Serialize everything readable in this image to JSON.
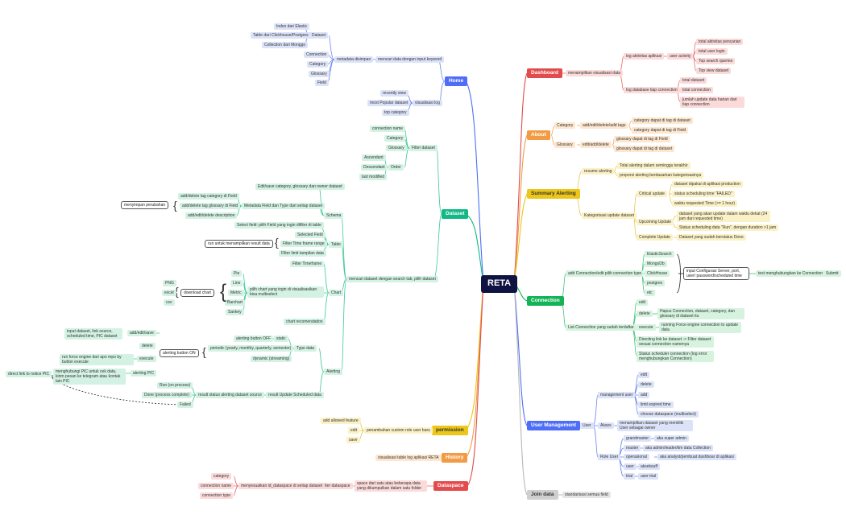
{
  "root": "RETA",
  "colors": {
    "home": "#4f6ef7",
    "dataset": "#12b886",
    "permission": "#ecc718",
    "history": "#f19c45",
    "dataspace": "#e24c4c",
    "dashboard": "#e24c4c",
    "about": "#f19c45",
    "summary": "#ecc718",
    "connection": "#14b356",
    "usermgmt": "#4f6ef7",
    "joindata": "#b8b8b8"
  },
  "home": {
    "title": "Home",
    "metadata": "metadata disimpan",
    "search_key": "mencari data dengan input keyword",
    "dataset": "Dataset",
    "index_elastic": "Index dari Elastic",
    "table_ch": "Table dari Clickhouse/Postgres",
    "collection_mongo": "Collection dari Monggo",
    "connection": "Connection",
    "category": "Category",
    "glossary": "Glossary",
    "field": "Field",
    "visual_log": "visualisasi log",
    "recently": "recently view",
    "most_popular": "most Popular dataset",
    "top_category": "top category"
  },
  "dataset": {
    "title": "Dataset",
    "search_tab": "mencari dataset dengan search tab, pilih dataset",
    "filter_dataset": "Filter dataset",
    "connection_name": "connection name",
    "category": "Category",
    "glossary": "Glossary",
    "order": "Order",
    "ascendant": "Ascendant",
    "descendant": "Descendant",
    "last_modified": "last modified",
    "schema": "Schema",
    "edit_save": "Edit/save category, glossary dan owner dataset",
    "metadata_field": "Metadata Field dan Type dari setiap dataset",
    "add_tag_cat": "add/delete tag category di Field",
    "add_tag_glos": "add/delete tag glossary di Field",
    "add_desc": "add/edit/delete description",
    "menyimpan": "menyimpan perubahan",
    "select_field": "Select field: pilih Field yang ingin difilter di table",
    "table": "Table",
    "selected_field": "Selected Field",
    "filter_time": "Filter Time frame range",
    "filter_limit": "Filter limit tampilan data",
    "run_table": "run untuk menampilkan result data",
    "chart": "Chart",
    "filter_timeframe": "Filter Timeframe",
    "pilih_chart": "pilih chart yang ingin di visualisasikan bisa multiselect",
    "pie": "Pie",
    "line": "Line",
    "metric": "Metric",
    "barchart": "Barchart",
    "sankey": "Sankey",
    "chart_rec": "chart recomendation",
    "download_chart": "download chart",
    "png": "PNG",
    "excel": "excel",
    "csv": "csv",
    "alerting": "Alerting",
    "type_data": "Type data",
    "static": "static",
    "alert_off": "alerting button OFF",
    "periodic": "periodic (yearly, monthly, quarterly, semester)",
    "dynamic": "dynamic (streaming)",
    "alert_on": "alerting button ON",
    "add_edit_save": "add/edit/save",
    "delete": "delete",
    "execute": "execute",
    "alerting_pic": "alerting PIC",
    "input_dataset": "input dataset, link source, scheduled time, PIC dataset",
    "run_force": "run force engine dari apo repo by button execute",
    "menghubungi": "menghubungi PIC untuk cek data, kirim pesan ke telegram atau kontak lain PIC",
    "direct_link": "direct link to notice PIC",
    "result_update": "result Update Scheduled data",
    "result_status": "result status alerting dataset source",
    "run_process": "Run (on process)",
    "done_process": "Done (process complete)",
    "failed": "Failed"
  },
  "permission": {
    "title": "permission",
    "penambahan": "penambahan custom role user baru",
    "add_allowed": "add allowed feature",
    "edit": "edit",
    "save": "save"
  },
  "history": {
    "title": "History",
    "visual_log": "visualisasi table log aplikasi RETA"
  },
  "dataspace": {
    "title": "Dataspace",
    "space": "space dari satu atau beberapa data yang dikumpulkan dalam satu folder",
    "filter": "Filter dataspace",
    "menyesuaikan": "menyesuaikan id_dataspace di setiap dataset",
    "category": "category",
    "connection_name": "connection name",
    "connection_type": "connection type"
  },
  "dashboard": {
    "title": "Dashboard",
    "menampilkan": "menampilkan visualisasi data",
    "log_aktivitas": "log aktivitas aplikasi",
    "user_activity": "user activity",
    "total_aktivitas": "total aktivitas pencarian",
    "total_login": "total user login",
    "top_search": "Top search queries",
    "top_view": "Top view dataset",
    "log_database": "log database tiap connection",
    "total_dataset": "total dataset",
    "total_connection": "total connection",
    "jumlah_update": "jumlah update data harian dari tiap connection"
  },
  "about": {
    "title": "About",
    "category": "Category",
    "glossary": "Glossary",
    "add_edit_tag": "add/edit/delete/add tags",
    "add_edit_del": "edit/add/delete",
    "cat_tag_dataset": "category dapat di tag di dataset",
    "cat_tag_field": "category dapat di tag di Field",
    "glos_tag_field": "glossary dapat di tag di Field",
    "glos_tag_dataset": "glossary dapat di tag di dataset"
  },
  "summary": {
    "title": "Summary Alerting",
    "resume": "resume alerting",
    "total_alerting": "Total alerting dalam seminggu terakhir",
    "proporsi": "proporsi alerting berdasarkan kategorisasinya",
    "kategorisasi": "Kategorisasi update dataset",
    "critical": "Critical update",
    "crit_1": "dataset dipakai di aplikasi production",
    "crit_2": "status scheduling time \"FAILED\"",
    "crit_3": "waktu requested Time (>= 1 hour)",
    "upcoming": "Upcoming Update",
    "up_1": "dataset yang akan update dalam waktu dekat (24 jam dari requested time)",
    "up_2": "Status scheduling data \"Run\", dengan duration >1 jam",
    "complete": "Complete Update",
    "comp_1": "Dataset yang sudah berstatus Done"
  },
  "connection": {
    "title": "Connection",
    "add_conn": "add Connection/edit pilih connection type",
    "elastic": "ElasticSearch",
    "mongo": "MongoDb",
    "clickhouse": "ClickHouse",
    "postgres": "postgres",
    "etc": "etc",
    "input_config": "input Configurasi Server, port, user/ password/scheduled time",
    "test_conn": "test menghubungkan ke Connection",
    "submit": "Submit",
    "list_conn": "List Connection yang sudah terdaftar",
    "edit": "edit",
    "delete": "delete",
    "hapus": "Hapus Connection, dataset, category, dan glossary di dataset itu",
    "execute": "execute",
    "running": "running Force engine connection to update data",
    "directing": "Directing link ke dataset -> Filter dataset sesuai connection namenya",
    "status_sched": "Status scheduler connection (log error menghubungkan Connection)"
  },
  "usermgmt": {
    "title": "User Management",
    "user": "User",
    "management_user": "management user",
    "edit": "edit",
    "delete": "delete",
    "add": "add",
    "limit": "limit expired time",
    "choose": "choose dataspace (multiselect)",
    "akses": "Akses",
    "menampilkan": "menampilkan dataset yang memiliki User sebagai owner",
    "role": "Role User",
    "grandmaster": "grandmaster",
    "grandmaster_d": "aka super admin",
    "master": "master",
    "master_d": "aka admin/leader/tim data Collection",
    "operasional": "operasional",
    "operasional_d": "aka analyst/pembuat dashboar di aplikasi",
    "user_r": "user",
    "user_d": "akseksuff",
    "trial": "trial",
    "trial_d": "user trial"
  },
  "joindata": {
    "title": "Join data",
    "standar": "standarisasi semua field"
  }
}
